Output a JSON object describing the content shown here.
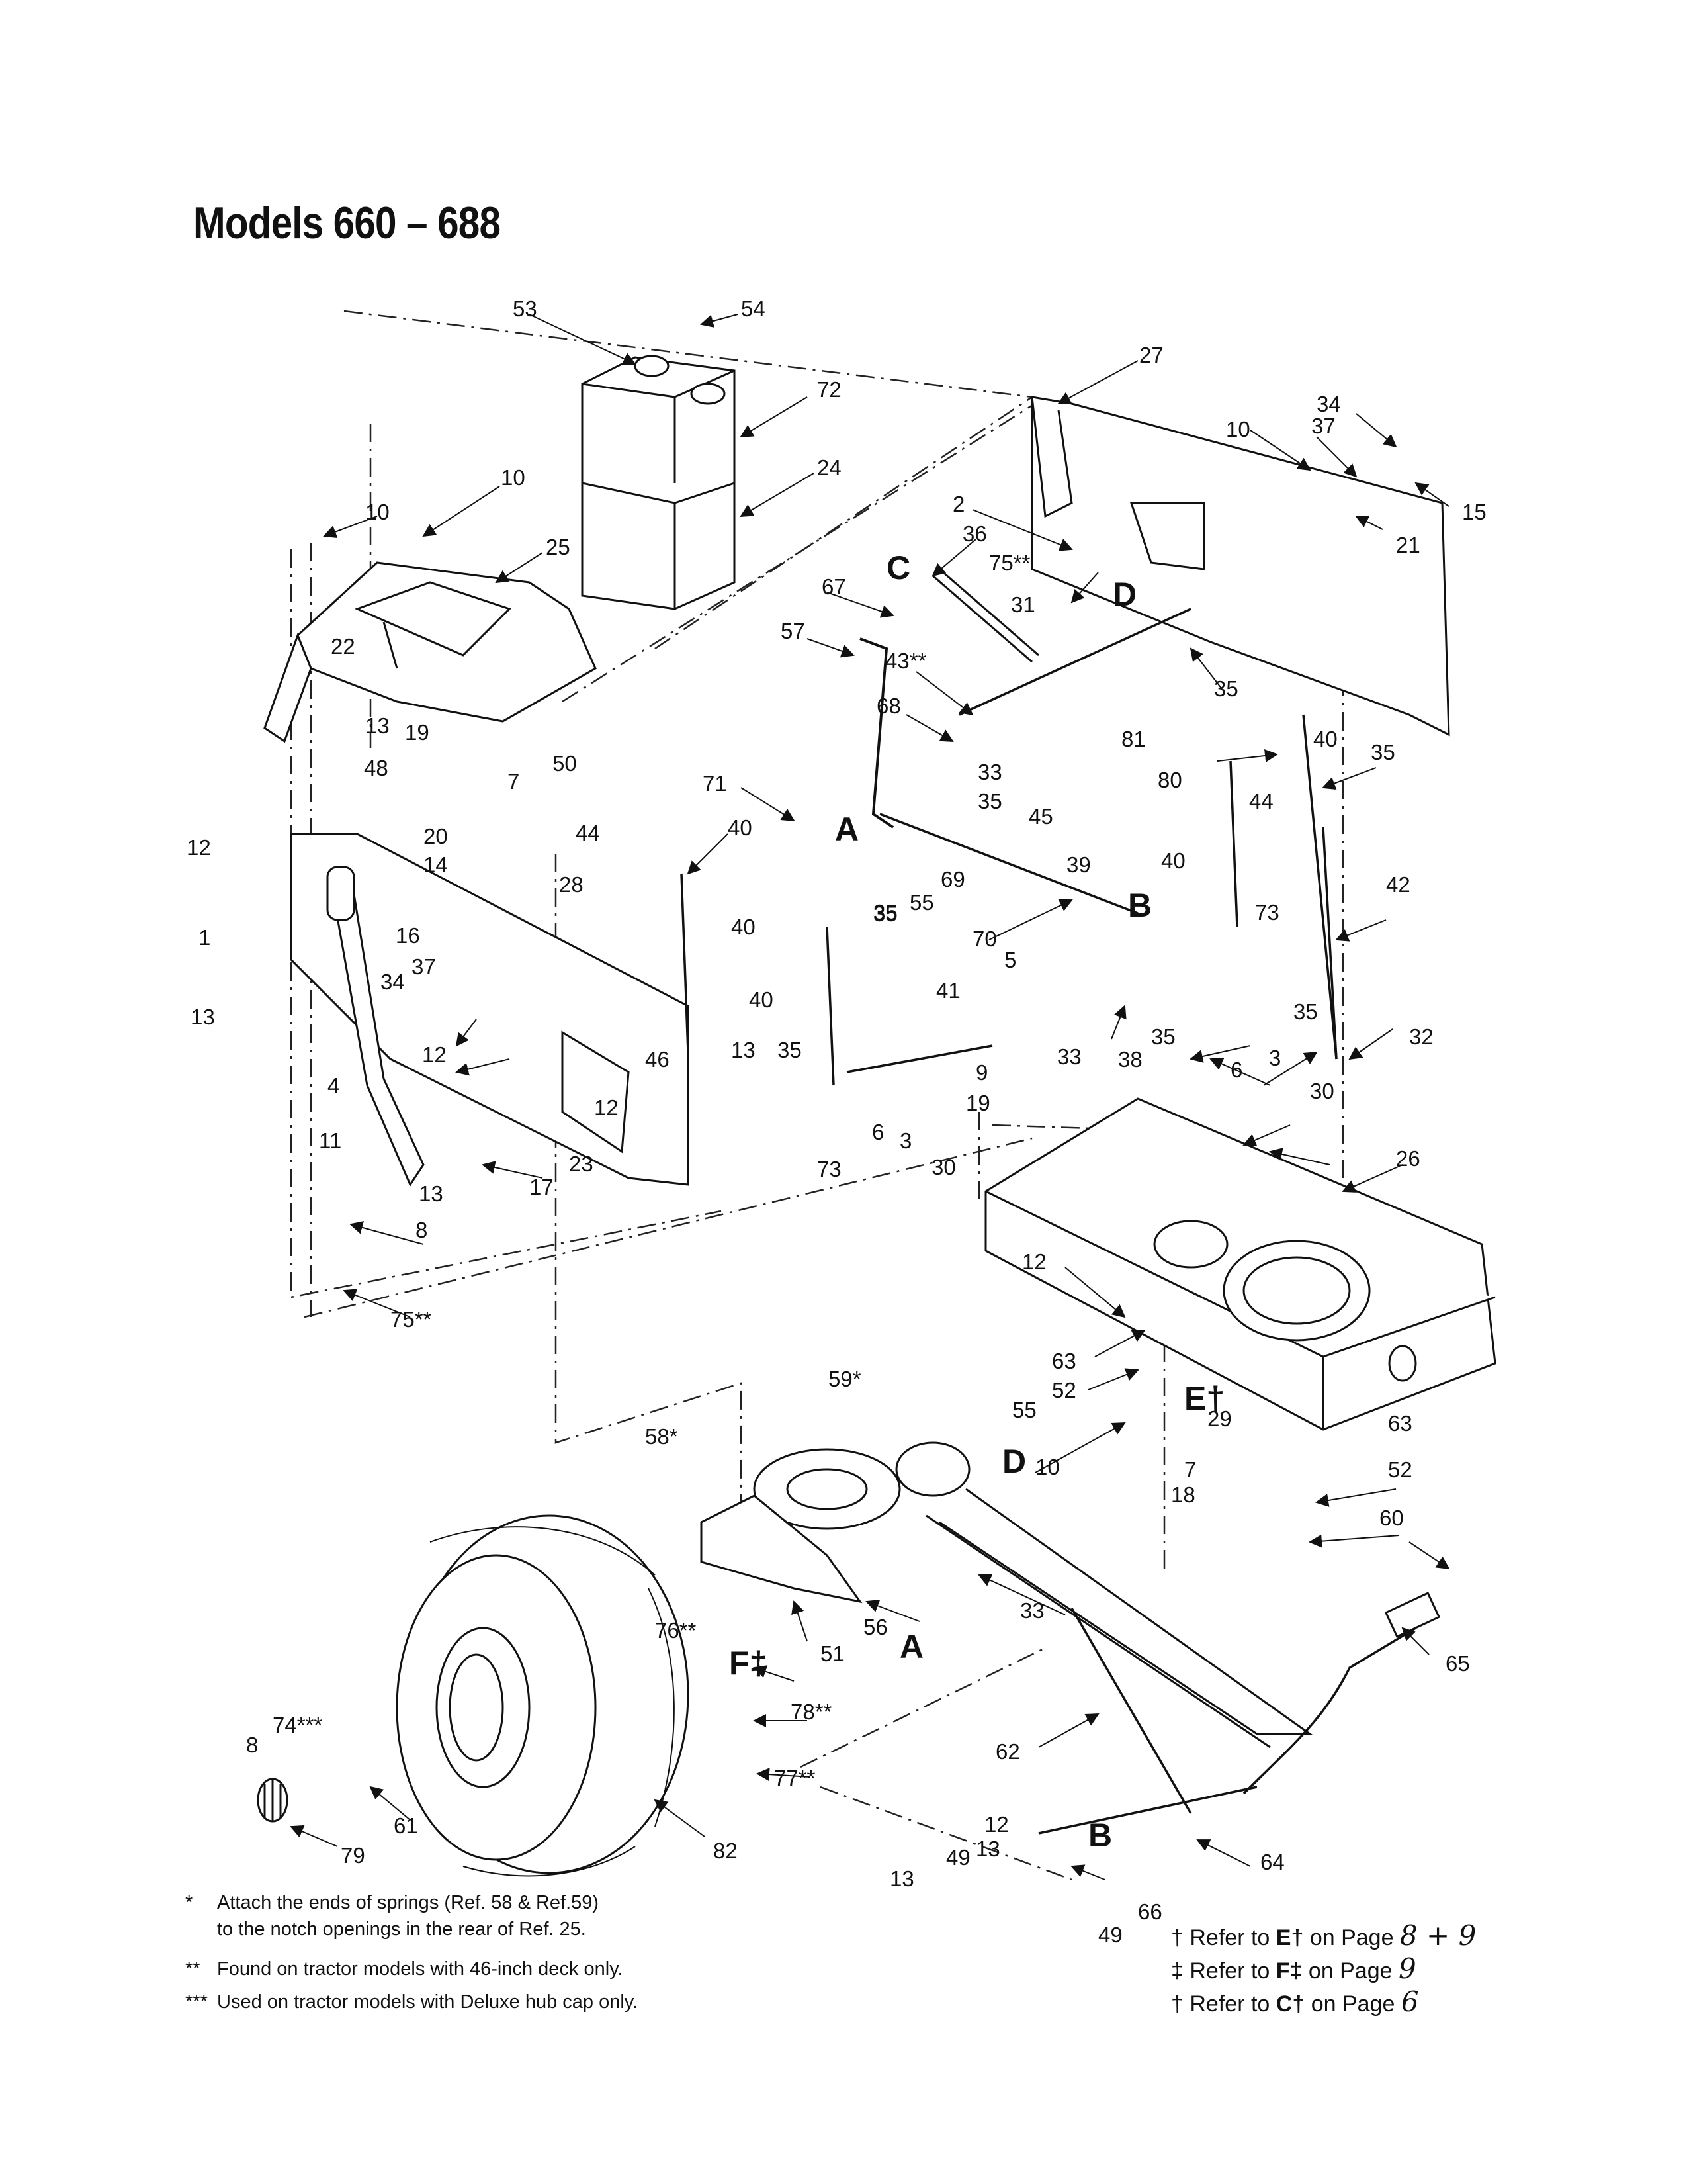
{
  "title": "Models 660 – 688",
  "part_labels": [
    "53",
    "54",
    "72",
    "24",
    "27",
    "34",
    "10",
    "37",
    "15",
    "21",
    "10",
    "10",
    "25",
    "22",
    "2",
    "36",
    "75**",
    "31",
    "67",
    "57",
    "43**",
    "68",
    "81",
    "35",
    "13",
    "19",
    "50",
    "48",
    "7",
    "20",
    "14",
    "12",
    "1",
    "16",
    "28",
    "37",
    "34",
    "13",
    "4",
    "12",
    "11",
    "23",
    "17",
    "13",
    "8",
    "75**",
    "44",
    "40",
    "40",
    "40",
    "46",
    "12",
    "35",
    "13",
    "35",
    "71",
    "69",
    "55",
    "35",
    "33",
    "35",
    "45",
    "80",
    "39",
    "40",
    "44",
    "35",
    "40",
    "73",
    "42",
    "70",
    "5",
    "41",
    "38",
    "35",
    "32",
    "35",
    "6",
    "3",
    "30",
    "9",
    "19",
    "33",
    "6",
    "3",
    "30",
    "73",
    "26",
    "12",
    "63",
    "52",
    "59*",
    "55",
    "D",
    "10",
    "29",
    "58*",
    "63",
    "52",
    "7",
    "18",
    "60",
    "33",
    "56",
    "51",
    "76**",
    "78**",
    "77**",
    "62",
    "65",
    "74***",
    "8",
    "61",
    "79",
    "82",
    "12",
    "13",
    "49",
    "13",
    "49",
    "66",
    "64"
  ],
  "callout_letters": {
    "c": "C",
    "d_top": "D",
    "a_top": "A",
    "b_top": "B",
    "e": "E†",
    "d_bottom": "D",
    "a_bottom": "A",
    "f": "F‡",
    "b_bottom": "B"
  },
  "footnotes": [
    {
      "mark": "*",
      "text": "Attach the ends of springs (Ref. 58 & Ref.59)",
      "text2": "to the notch openings in the rear of Ref. 25."
    },
    {
      "mark": "**",
      "text": "Found on tractor models with 46-inch deck only."
    },
    {
      "mark": "***",
      "text": "Used on tractor models with Deluxe hub cap only."
    }
  ],
  "references": [
    {
      "sym": "†",
      "text": "Refer to",
      "letter": "E†",
      "page_label": "on Page",
      "page": "8 + 9"
    },
    {
      "sym": "‡",
      "text": "Refer to",
      "letter": "F‡",
      "page_label": "on Page",
      "page": "9"
    },
    {
      "sym": "†",
      "text": "Refer to",
      "letter": "C†",
      "page_label": "on Page",
      "page": "6"
    }
  ]
}
